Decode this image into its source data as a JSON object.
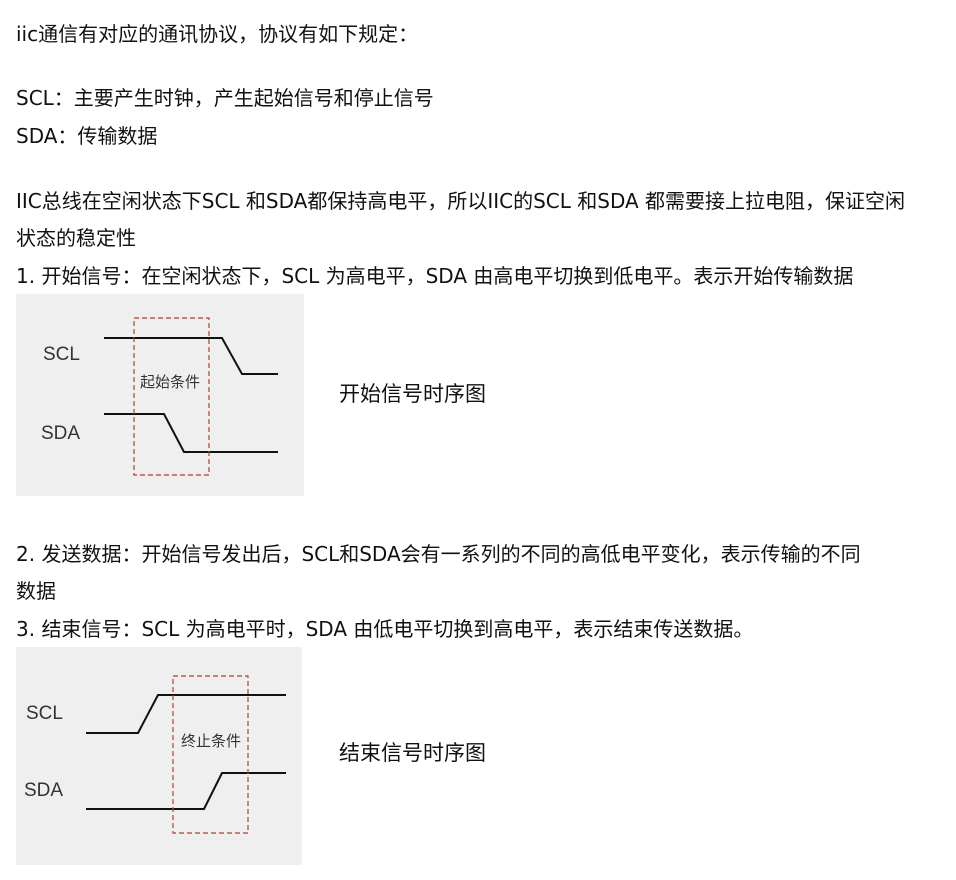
{
  "intro": "iic通信有对应的通讯协议，协议有如下规定：",
  "scl_def": "SCL：主要产生时钟，产生起始信号和停止信号",
  "sda_def": "SDA：传输数据",
  "idle_line1": "IIC总线在空闲状态下SCL 和SDA都保持高电平，所以IIC的SCL 和SDA 都需要接上拉电阻，保证空闲",
  "idle_line2": "状态的稳定性",
  "start_desc": "1. 开始信号：在空闲状态下，SCL 为高电平，SDA 由高电平切换到低电平。表示开始传输数据",
  "start_diagram": {
    "scl": "SCL",
    "sda": "SDA",
    "condition": "起始条件",
    "caption": "开始信号时序图"
  },
  "send_line1": "2. 发送数据：开始信号发出后，SCL和SDA会有一系列的不同的高低电平变化，表示传输的不同",
  "send_line2": "数据",
  "stop_desc": "3. 结束信号：SCL 为高电平时，SDA 由低电平切换到高电平，表示结束传送数据。",
  "stop_diagram": {
    "scl": "SCL",
    "sda": "SDA",
    "condition": "终止条件",
    "caption": "结束信号时序图"
  },
  "colors": {
    "signal_line": "#111111",
    "dashed_box": "#c0392b",
    "diagram_bg": "#efefef"
  }
}
